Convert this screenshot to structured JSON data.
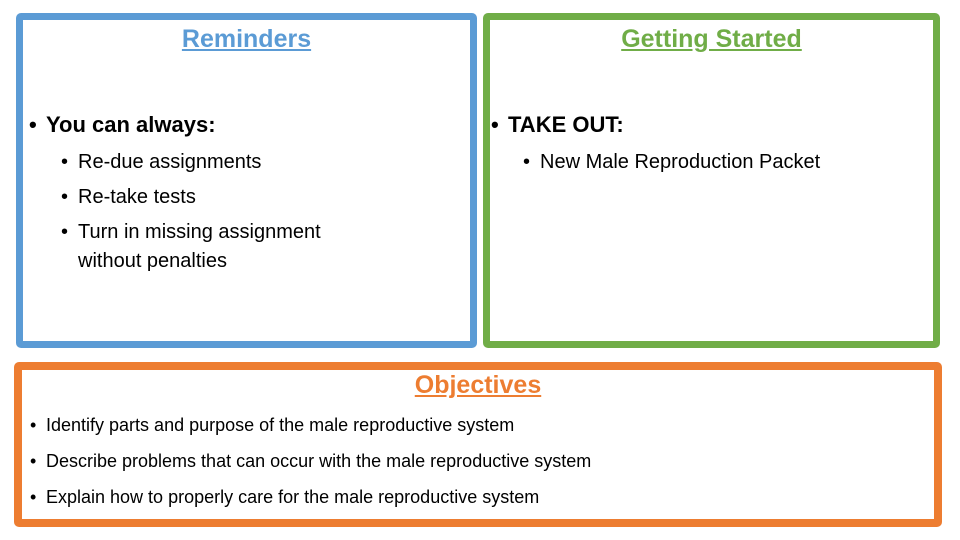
{
  "reminders": {
    "title": "Reminders",
    "lead": "You can always:",
    "items": [
      "Re-due assignments",
      "Re-take tests",
      "Turn in missing assignment without penalties"
    ]
  },
  "getting_started": {
    "title": "Getting Started",
    "lead": "TAKE OUT:",
    "items": [
      "New Male Reproduction Packet"
    ]
  },
  "objectives": {
    "title": "Objectives",
    "items": [
      "Identify parts and purpose of the male reproductive system",
      "Describe problems that can occur with the male reproductive system",
      "Explain how to properly care for the male reproductive system"
    ]
  },
  "colors": {
    "reminders_accent": "#5B9BD5",
    "getting_started_accent": "#70AD47",
    "objectives_accent": "#ED7D31",
    "body_text": "#000000"
  }
}
